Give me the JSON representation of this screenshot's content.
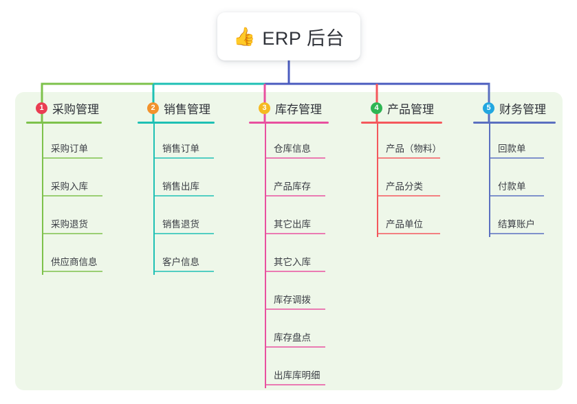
{
  "root": {
    "icon": "thumbs-up-icon",
    "emoji": "👍",
    "title": "ERP 后台"
  },
  "theme": {
    "panel_bg": "#eef7e9",
    "page_bg": "#ffffff",
    "root_stem": "#4a5bbf",
    "text": "#2f3239"
  },
  "columns": [
    {
      "number": "1",
      "title": "采购管理",
      "badge_color": "#ea3d52",
      "line_color": "#7dc24b",
      "items": [
        {
          "label": "采购订单"
        },
        {
          "label": "采购入库"
        },
        {
          "label": "采购退货"
        },
        {
          "label": "供应商信息"
        }
      ]
    },
    {
      "number": "2",
      "title": "销售管理",
      "badge_color": "#f2922c",
      "line_color": "#1ec0b4",
      "items": [
        {
          "label": "销售订单"
        },
        {
          "label": "销售出库"
        },
        {
          "label": "销售退货"
        },
        {
          "label": "客户信息"
        }
      ]
    },
    {
      "number": "3",
      "title": "库存管理",
      "badge_color": "#f5b921",
      "line_color": "#e8509f",
      "items": [
        {
          "label": "仓库信息"
        },
        {
          "label": "产品库存"
        },
        {
          "label": "其它出库"
        },
        {
          "label": "其它入库"
        },
        {
          "label": "库存调拨"
        },
        {
          "label": "库存盘点"
        },
        {
          "label": "出库库明细"
        }
      ]
    },
    {
      "number": "4",
      "title": "产品管理",
      "badge_color": "#2eb553",
      "line_color": "#f4575c",
      "items": [
        {
          "label": "产品（物料）"
        },
        {
          "label": "产品分类"
        },
        {
          "label": "产品单位"
        }
      ]
    },
    {
      "number": "5",
      "title": "财务管理",
      "badge_color": "#22a7e0",
      "line_color": "#5a6fc0",
      "items": [
        {
          "label": "回款单"
        },
        {
          "label": "付款单"
        },
        {
          "label": "结算账户"
        }
      ]
    }
  ]
}
